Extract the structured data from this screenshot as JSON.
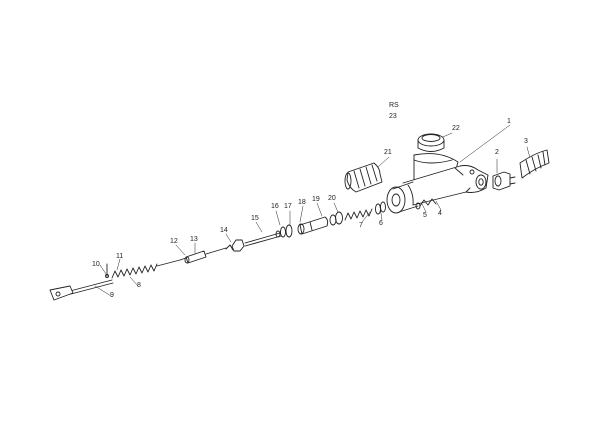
{
  "diagram": {
    "header": {
      "line1": "RS",
      "line2": "23"
    },
    "part_numbers": {
      "p1": "1",
      "p2": "2",
      "p3": "3",
      "p4": "4",
      "p5": "5",
      "p6": "6",
      "p7": "7",
      "p8": "8",
      "p9": "9",
      "p10": "10",
      "p11": "11",
      "p12": "12",
      "p13": "13",
      "p14": "14",
      "p15": "15",
      "p16": "16",
      "p17": "17",
      "p18": "18",
      "p19": "19",
      "p20": "20",
      "p21": "21",
      "p22": "22"
    }
  }
}
